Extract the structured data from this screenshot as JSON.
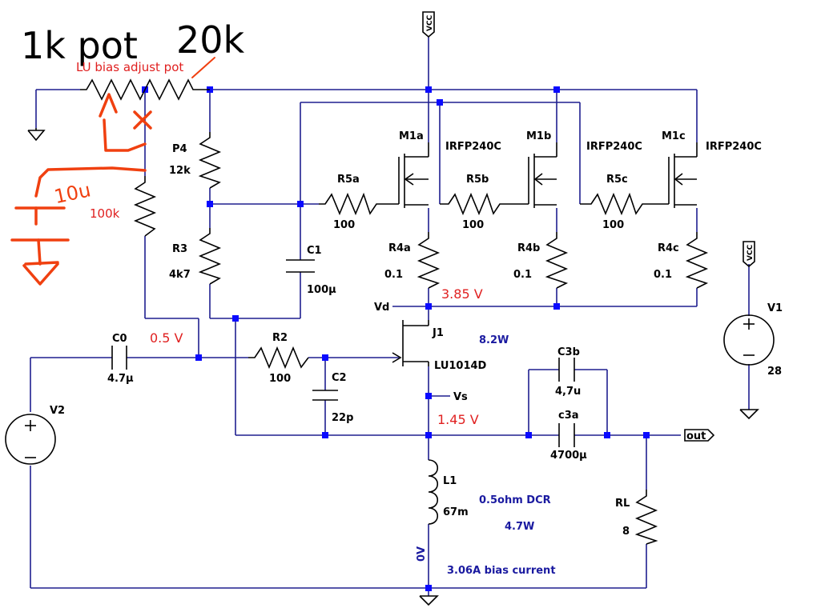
{
  "annotations": {
    "pot_1k": "1k pot",
    "pot_20k": "20k",
    "pot_label": "LU bias adjust pot",
    "r_100k": "100k",
    "cap_10u": "10u"
  },
  "voltages": {
    "v_3_85": "3.85 V",
    "v_0_5": "0.5 V",
    "v_1_45": "1.45 V"
  },
  "notes": {
    "power_8_2w": "8.2W",
    "dcr": "0.5ohm DCR",
    "power_4_7w": "4.7W",
    "bias_current": "3.06A bias current"
  },
  "nets": {
    "vcc": "VCC",
    "vd": "Vd",
    "vs": "Vs",
    "out": "out",
    "zero_v": "0V"
  },
  "components": {
    "P4": {
      "name": "P4",
      "value": "12k"
    },
    "R3": {
      "name": "R3",
      "value": "4k7"
    },
    "C1": {
      "name": "C1",
      "value": "100µ"
    },
    "C0": {
      "name": "C0",
      "value": "4.7µ"
    },
    "R2": {
      "name": "R2",
      "value": "100"
    },
    "C2": {
      "name": "C2",
      "value": "22p"
    },
    "J1": {
      "name": "J1",
      "value": "LU1014D"
    },
    "M1a": {
      "name": "M1a",
      "value": "IRFP240C"
    },
    "M1b": {
      "name": "M1b",
      "value": "IRFP240C"
    },
    "M1c": {
      "name": "M1c",
      "value": "IRFP240C"
    },
    "R5a": {
      "name": "R5a",
      "value": "100"
    },
    "R5b": {
      "name": "R5b",
      "value": "100"
    },
    "R5c": {
      "name": "R5c",
      "value": "100"
    },
    "R4a": {
      "name": "R4a",
      "value": "0.1"
    },
    "R4b": {
      "name": "R4b",
      "value": "0.1"
    },
    "R4c": {
      "name": "R4c",
      "value": "0.1"
    },
    "C3b": {
      "name": "C3b",
      "value": "4,7u"
    },
    "C3a": {
      "name": "c3a",
      "value": "4700µ"
    },
    "L1": {
      "name": "L1",
      "value": "67m"
    },
    "RL": {
      "name": "RL",
      "value": "8"
    },
    "V1": {
      "name": "V1",
      "value": "28"
    },
    "V2": {
      "name": "V2",
      "value": ""
    }
  },
  "colors": {
    "wire": "#1f1f8f",
    "node": "#0a0aff",
    "annotation_red": "#e02020",
    "note_blue": "#1a1aa0",
    "ink_orange": "#f04010"
  }
}
